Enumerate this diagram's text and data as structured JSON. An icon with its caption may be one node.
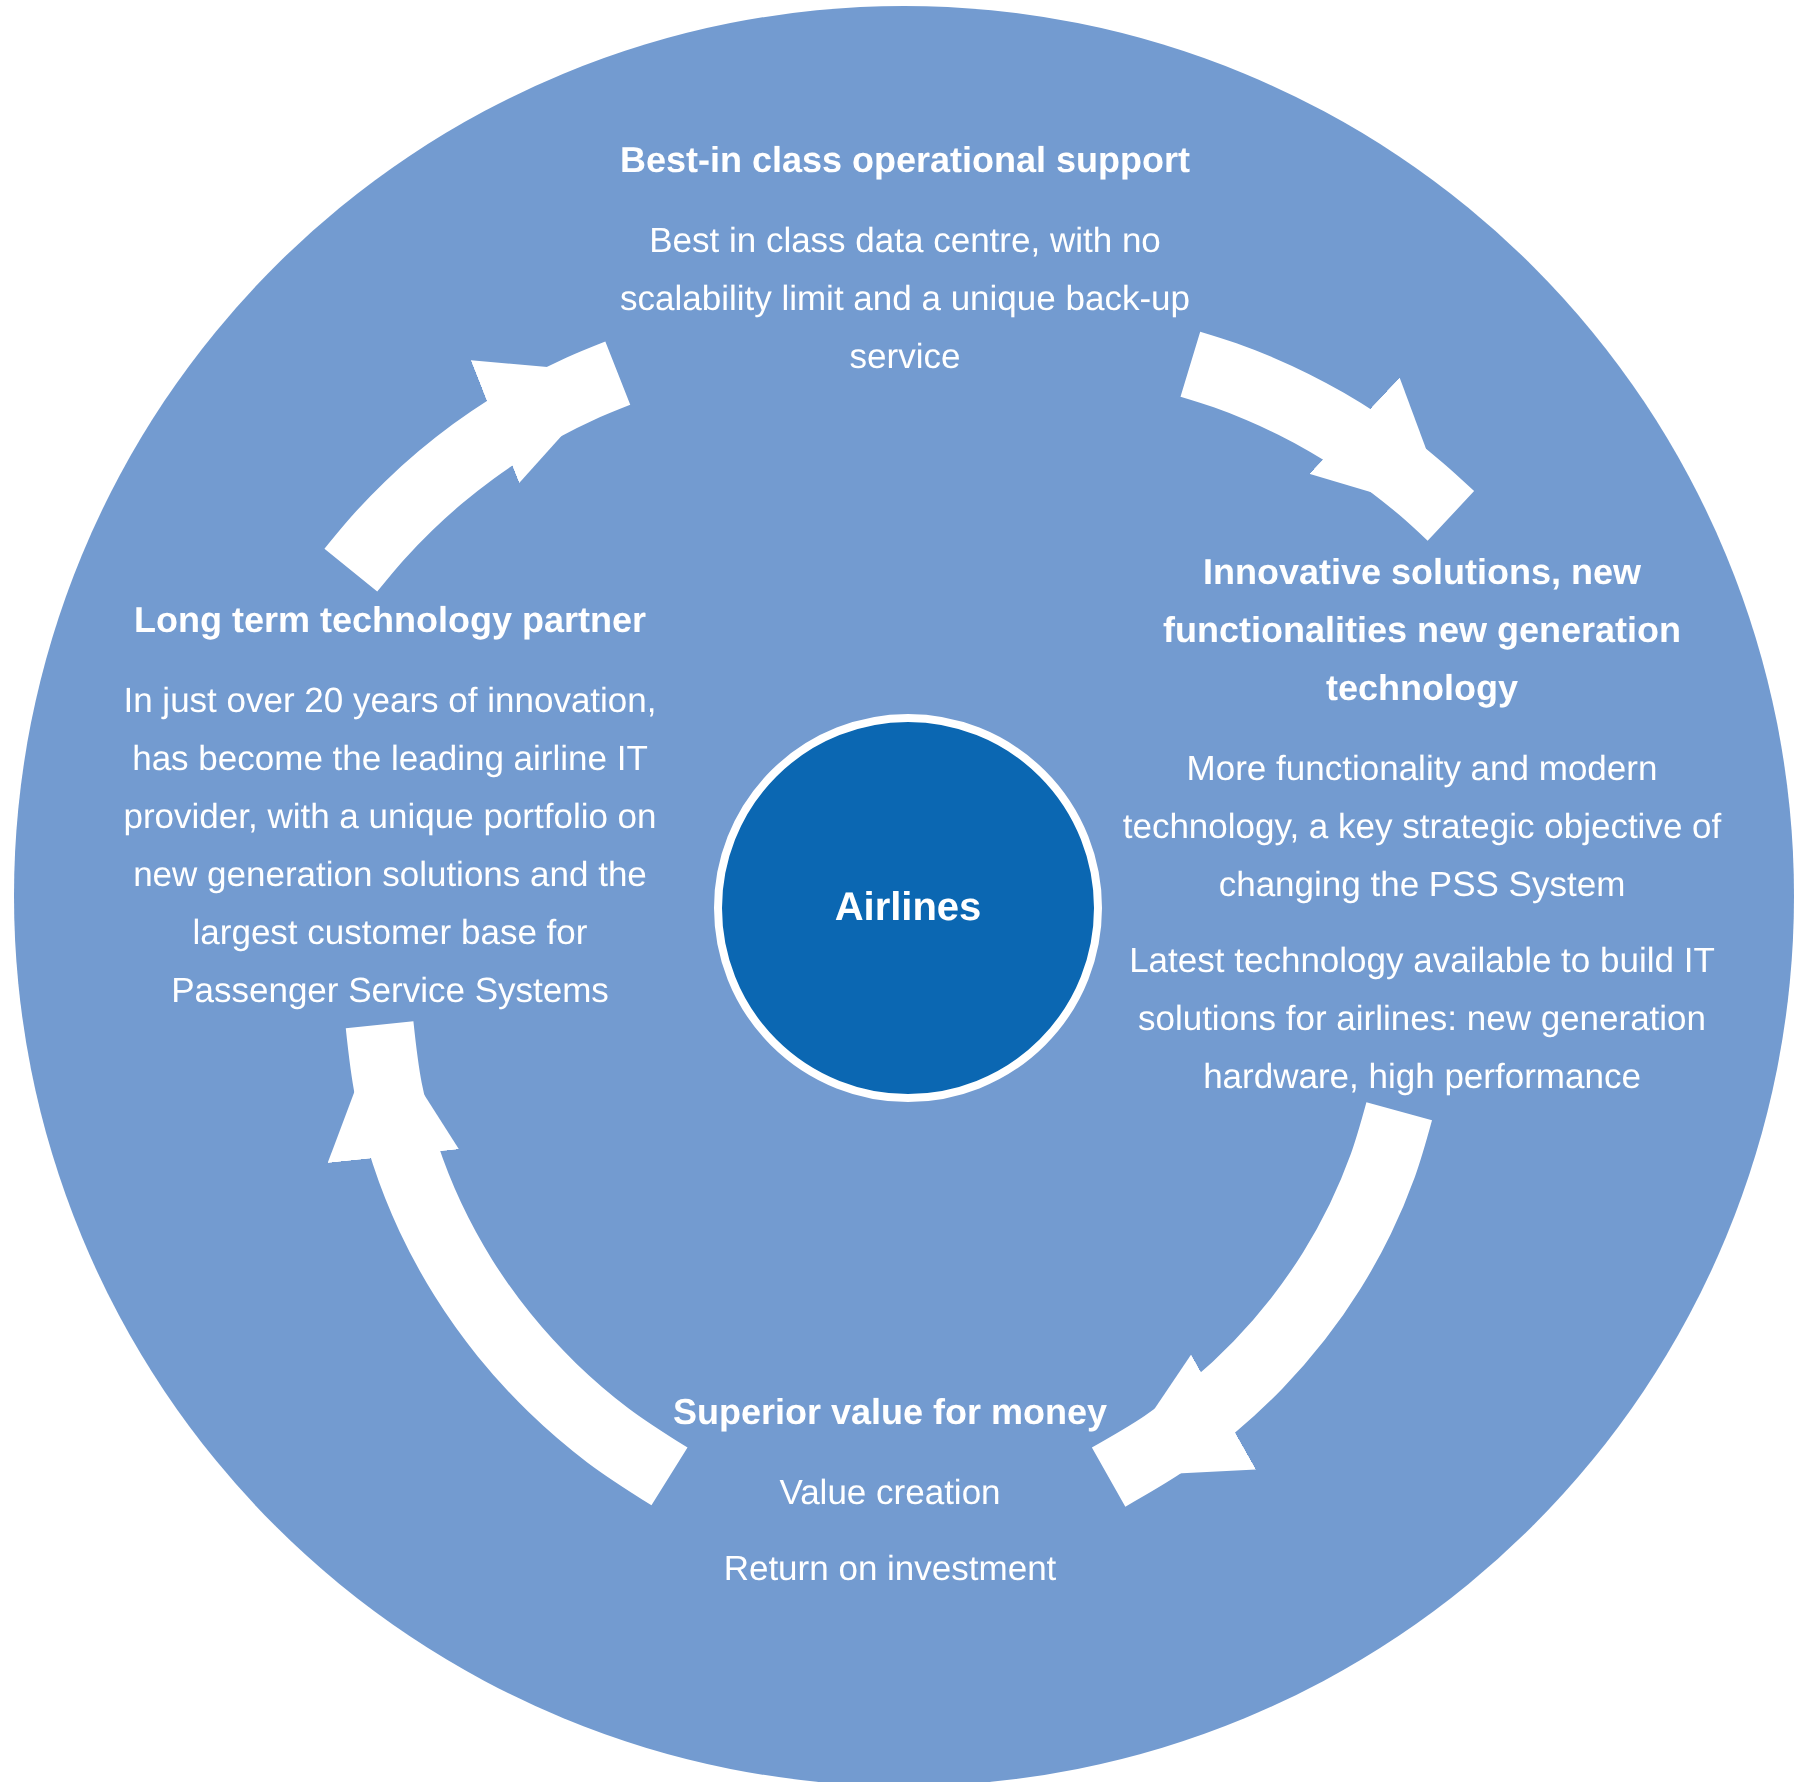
{
  "diagram": {
    "nodes": [
      {
        "text": [
          "Best-in class operational support",
          "Best in class data centre, with no scalability limit and a unique back-up service"
        ]
      },
      {
        "text": [
          "Long term technology partner",
          "In just over 20 years of innovation, has become the leading airline IT provider, with a unique portfolio on new generation solutions and the largest customer base for Passenger Service Systems"
        ]
      },
      {
        "text": [
          "Innovative solutions, new functionalities new generation technology",
          "More functionality and modern technology, a key strategic objective of changing the PSS System",
          "Latest technology available to build IT solutions for airlines: new generation hardware, high performance"
        ]
      },
      {
        "text": [
          "Airlines"
        ]
      },
      {
        "text": [
          "Superior value for money",
          "Value creation",
          "Return on investment"
        ]
      }
    ],
    "edges": [
      {
        "from": 1,
        "to": 0,
        "arrow": "to"
      },
      {
        "from": 0,
        "to": 2,
        "arrow": "to"
      },
      {
        "from": 2,
        "to": 4,
        "arrow": "to"
      },
      {
        "from": 4,
        "to": 1,
        "arrow": "to"
      }
    ]
  }
}
